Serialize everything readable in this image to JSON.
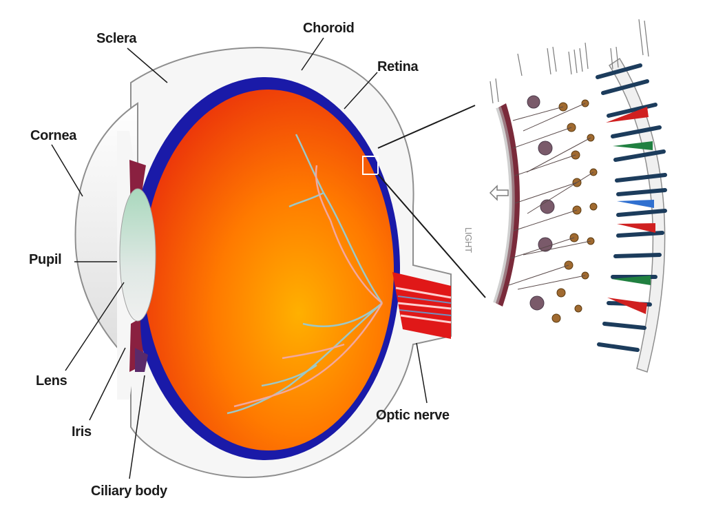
{
  "labels": {
    "sclera": "Sclera",
    "choroid": "Choroid",
    "retina": "Retina",
    "cornea": "Cornea",
    "pupil": "Pupil",
    "lens": "Lens",
    "iris": "Iris",
    "ciliary_body": "Ciliary body",
    "optic_nerve": "Optic nerve",
    "light": "LIGHT"
  },
  "colors": {
    "eyeball_inner": "#ff6a00",
    "eyeball_outer": "#e8300a",
    "choroid": "#1a1aa8",
    "sclera": "#f4f4f4",
    "lens": "#b9dcc8",
    "iris": "#8a2040",
    "optic_nerve": "#e01818",
    "vessels": "#f2a8a0",
    "vessels_alt": "#9cc8c8",
    "rods": "#1c3c5c",
    "cone_red": "#d02020",
    "cone_green": "#208040",
    "cone_blue": "#3070d0",
    "ganglion": "#7a5a6a",
    "bipolar": "#a06a30"
  },
  "retina_layer_icons": [
    "light-arrow-icon",
    "ganglion-cell-icon",
    "bipolar-cell-icon",
    "rod-cell-icon",
    "cone-cell-icon"
  ]
}
